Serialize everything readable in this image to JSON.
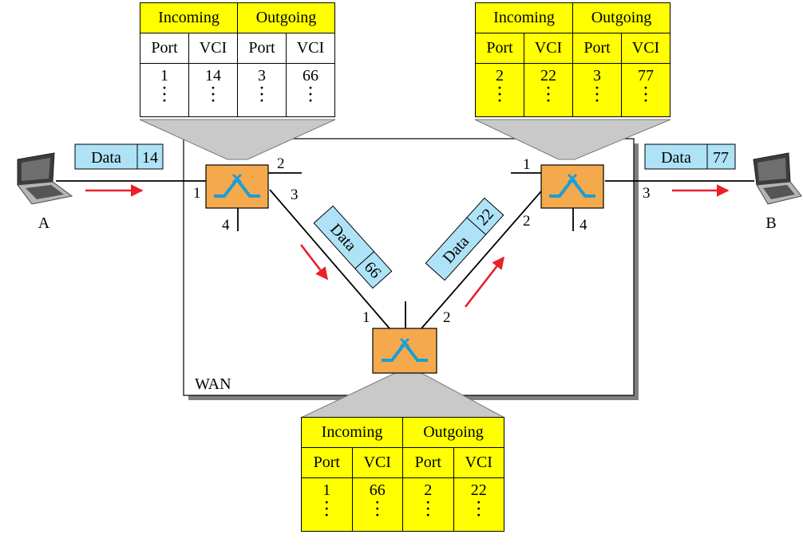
{
  "hosts": {
    "a_label": "A",
    "b_label": "B"
  },
  "wan_label": "WAN",
  "ports": {
    "sw1": {
      "p1": "1",
      "p2": "2",
      "p3": "3",
      "p4": "4"
    },
    "sw2": {
      "p1": "1",
      "p2": "2",
      "p3": "3",
      "p4": "4"
    },
    "sw3": {
      "p1": "1",
      "p2": "2"
    }
  },
  "frames": [
    {
      "data": "Data",
      "vci": "14"
    },
    {
      "data": "Data",
      "vci": "66"
    },
    {
      "data": "Data",
      "vci": "22"
    },
    {
      "data": "Data",
      "vci": "77"
    }
  ],
  "tables": [
    {
      "incoming": "Incoming",
      "outgoing": "Outgoing",
      "cols": [
        "Port",
        "VCI",
        "Port",
        "VCI"
      ],
      "row": [
        "1",
        "14",
        "3",
        "66"
      ]
    },
    {
      "incoming": "Incoming",
      "outgoing": "Outgoing",
      "cols": [
        "Port",
        "VCI",
        "Port",
        "VCI"
      ],
      "row": [
        "2",
        "22",
        "3",
        "77"
      ]
    },
    {
      "incoming": "Incoming",
      "outgoing": "Outgoing",
      "cols": [
        "Port",
        "VCI",
        "Port",
        "VCI"
      ],
      "row": [
        "1",
        "66",
        "2",
        "22"
      ]
    }
  ],
  "colors": {
    "switch": "#f5a94d",
    "frame": "#aee2f7",
    "table_yellow": "#ffff00",
    "arrow": "#e8202a",
    "switch_symbol": "#1a9fd4"
  }
}
